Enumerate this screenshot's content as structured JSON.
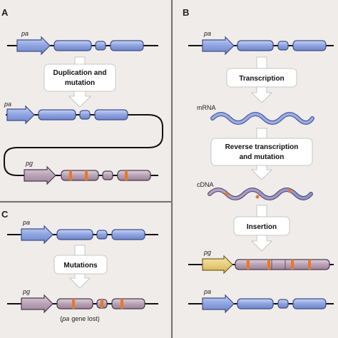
{
  "panels": {
    "a": {
      "letter": "A",
      "step_label_line1": "Duplication and",
      "step_label_line2": "mutation",
      "gene_top": "pa",
      "gene_mid": "pa",
      "gene_bottom": "pg"
    },
    "b": {
      "letter": "B",
      "gene_top": "pa",
      "step1": "Transcription",
      "mrna_label": "mRNA",
      "step2_line1": "Reverse transcription",
      "step2_line2": "and mutation",
      "cdna_label": "cDNA",
      "step3": "Insertion",
      "gene_pg": "pg",
      "gene_bottom": "pa"
    },
    "c": {
      "letter": "C",
      "gene_top": "pa",
      "step": "Mutations",
      "gene_bottom": "pg",
      "note_gene": "pa",
      "note_rest": "gene lost)",
      "note_open": "("
    }
  },
  "colors": {
    "background": "#e6e3e2",
    "panel": "#efecea",
    "blue_fill": "#8ea3e0",
    "blue_stroke": "#3d4f8a",
    "purple_fill": "#b9a2b6",
    "purple_stroke": "#4b3a4d",
    "mutation": "#e8782a",
    "arrow_gold": "#e9cf7d"
  }
}
